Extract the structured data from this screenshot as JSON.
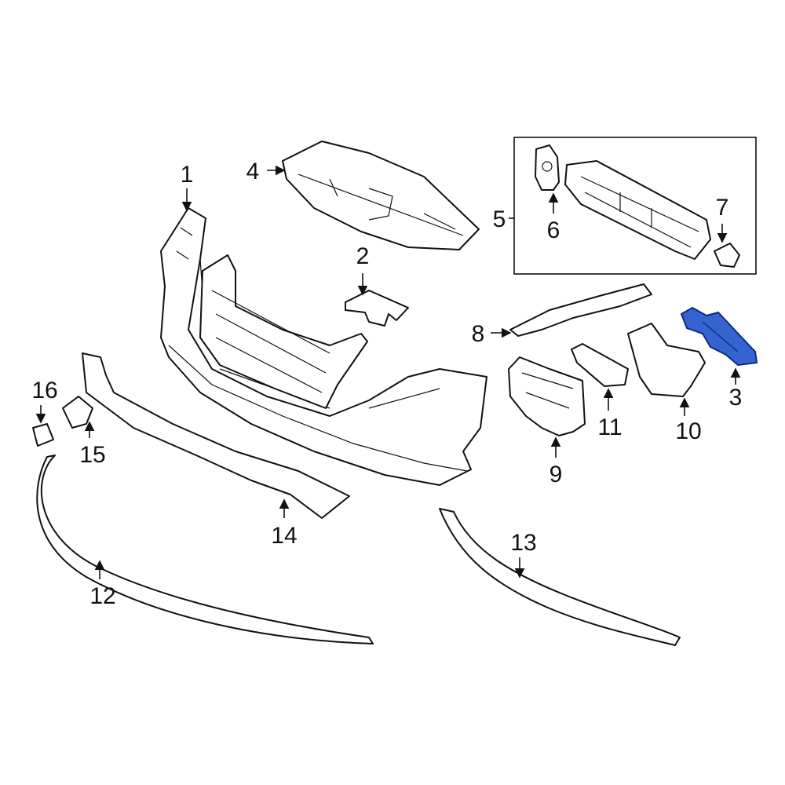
{
  "diagram": {
    "title": "Front bumper components",
    "highlight_color": "#3563d0",
    "highlighted_part": "3",
    "callouts": [
      {
        "id": "1",
        "label": "1"
      },
      {
        "id": "2",
        "label": "2"
      },
      {
        "id": "3",
        "label": "3"
      },
      {
        "id": "4",
        "label": "4"
      },
      {
        "id": "5",
        "label": "5"
      },
      {
        "id": "6",
        "label": "6"
      },
      {
        "id": "7",
        "label": "7"
      },
      {
        "id": "8",
        "label": "8"
      },
      {
        "id": "9",
        "label": "9"
      },
      {
        "id": "10",
        "label": "10"
      },
      {
        "id": "11",
        "label": "11"
      },
      {
        "id": "12",
        "label": "12"
      },
      {
        "id": "13",
        "label": "13"
      },
      {
        "id": "14",
        "label": "14"
      },
      {
        "id": "15",
        "label": "15"
      },
      {
        "id": "16",
        "label": "16"
      }
    ]
  }
}
